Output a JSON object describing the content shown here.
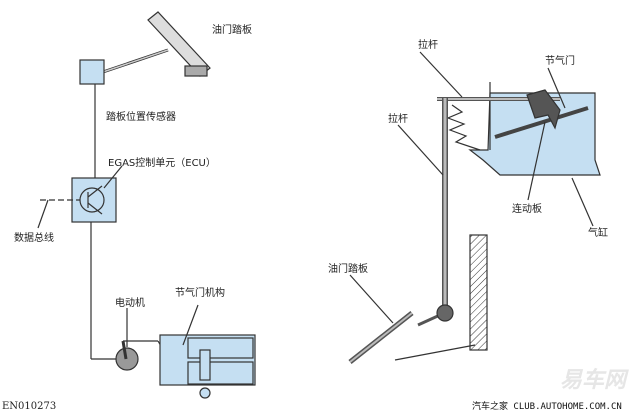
{
  "left": {
    "accelerator_pedal": "油门踏板",
    "pedal_position_sensor": "踏板位置传感器",
    "ecu": "EGAS控制单元（ECU）",
    "data_bus": "数据总线",
    "motor": "电动机",
    "throttle_mechanism": "节气门机构",
    "figure_code": "EN010273"
  },
  "right": {
    "pull_rod_top": "拉杆",
    "throttle": "节气门",
    "pull_rod_vertical": "拉杆",
    "linkage_plate": "连动板",
    "cylinder": "气缸",
    "accelerator_pedal": "油门踏板"
  },
  "watermark": {
    "logo": "易车网",
    "site": "汽车之家 CLUB.AUTOHOME.COM.CN"
  },
  "colors": {
    "blue_fill": "#c5dff2",
    "line": "#333333",
    "gray": "#777777"
  }
}
